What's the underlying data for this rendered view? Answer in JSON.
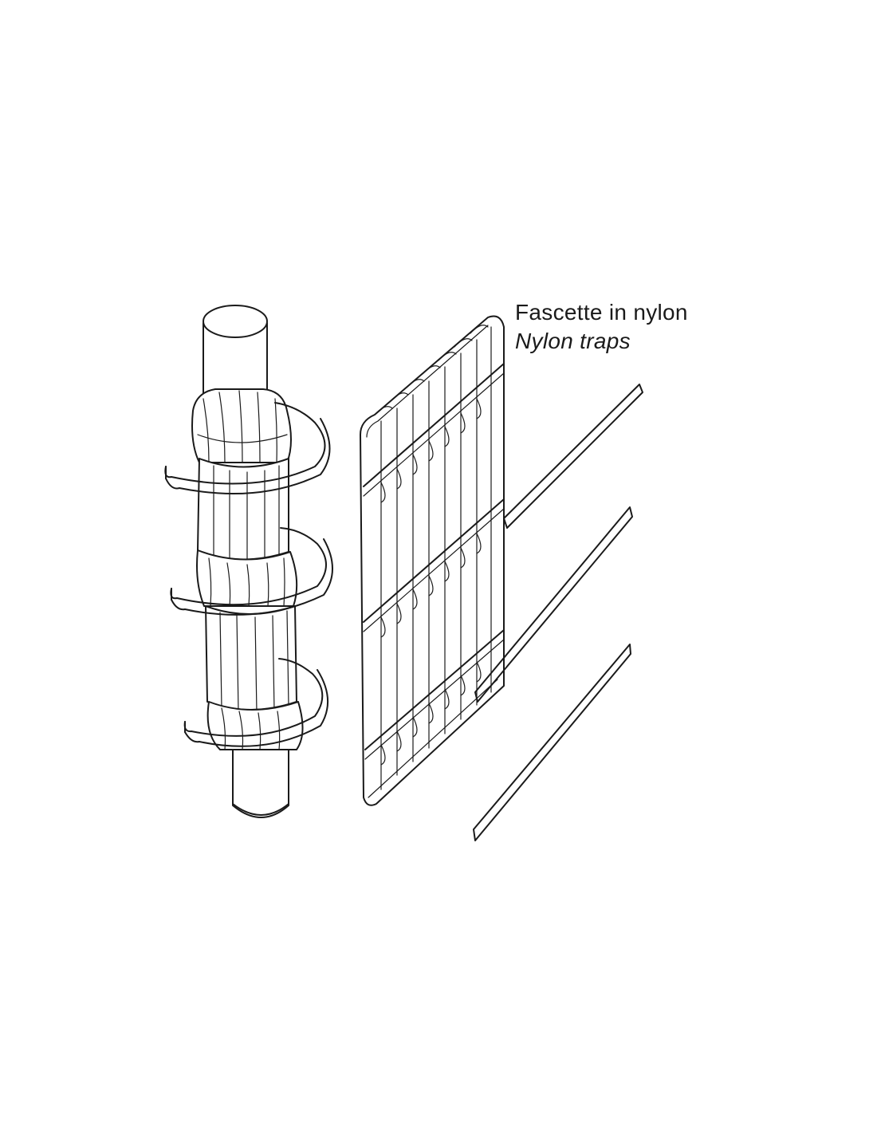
{
  "caption": {
    "label_it": "Fascette in nylon",
    "label_en": "Nylon traps"
  },
  "colors": {
    "line": "#1a1a1a",
    "background": "#ffffff"
  },
  "parts": {
    "pipe_assembly_icon": "pipe-with-wrapped-mat-icon",
    "flat_mat_icon": "unrolled-bottle-mat-icon",
    "nylon_strap_icon": "nylon-strap-icon",
    "strap_count": 3,
    "mat_columns": 8
  }
}
